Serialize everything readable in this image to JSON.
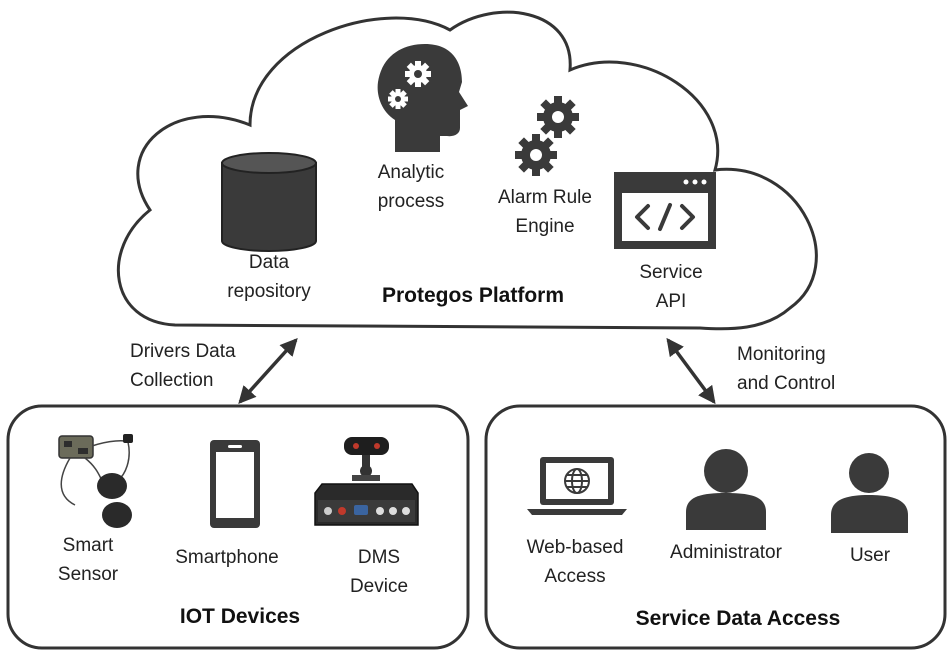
{
  "platform": {
    "title": "Protegos Platform",
    "components": {
      "data_repository": {
        "line1": "Data",
        "line2": "repository",
        "icon": "database-icon"
      },
      "analytic_process": {
        "line1": "Analytic",
        "line2": "process",
        "icon": "head-gears-icon"
      },
      "alarm_rule_engine": {
        "line1": "Alarm Rule",
        "line2": "Engine",
        "icon": "gears-icon"
      },
      "service_api": {
        "line1": "Service",
        "line2": "API",
        "icon": "code-window-icon"
      }
    }
  },
  "links": {
    "left": {
      "line1": "Drivers Data",
      "line2": "Collection"
    },
    "right": {
      "line1": "Monitoring",
      "line2": "and Control"
    }
  },
  "iot_devices": {
    "title": "IOT Devices",
    "items": [
      {
        "line1": "Smart",
        "line2": "Sensor",
        "icon": "smart-sensor-icon"
      },
      {
        "line1": "Smartphone",
        "line2": "",
        "icon": "smartphone-icon"
      },
      {
        "line1": "DMS",
        "line2": "Device",
        "icon": "dms-device-icon"
      }
    ]
  },
  "service_access": {
    "title": "Service Data Access",
    "items": [
      {
        "line1": "Web-based",
        "line2": "Access",
        "icon": "laptop-globe-icon"
      },
      {
        "line1": "Administrator",
        "line2": "",
        "icon": "administrator-icon"
      },
      {
        "line1": "User",
        "line2": "",
        "icon": "user-icon"
      }
    ]
  },
  "colors": {
    "stroke": "#333333",
    "icon_fill": "#3a3a3a",
    "text": "#222222",
    "background": "#ffffff"
  }
}
